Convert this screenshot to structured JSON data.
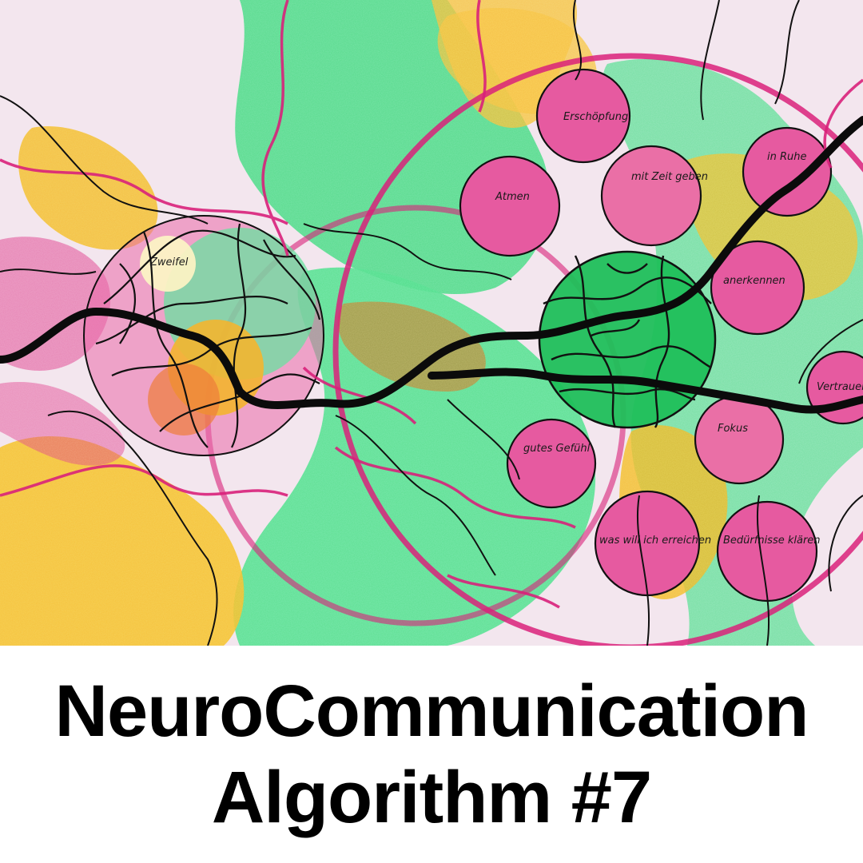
{
  "title": {
    "line1": "NeuroCommunication",
    "line2": "Algorithm #7"
  },
  "artwork": {
    "handwritten_labels": {
      "zweifel": "Zweifel",
      "erschoepfung": "Erschöpfung",
      "atmen": "Atmen",
      "mit_zeit": "mit Zeit geben",
      "ruhe": "in Ruhe",
      "anerkennen": "anerkennen",
      "vertrauen": "Vertrauen",
      "fokus": "Fokus",
      "gutes_gefuehl": "gutes Gefühl",
      "erreichen": "was will ich erreichen",
      "beduerfnisse": "Bedürfnisse klären"
    },
    "colors": {
      "paper": "#f3e6ee",
      "magenta": "#d9217a",
      "pink_fill": "#e65aa0",
      "green": "#3fd884",
      "green_dark": "#1fbf5a",
      "yellow": "#f6c93a",
      "orange": "#ef8a2f",
      "ink": "#0b0b0b"
    }
  }
}
